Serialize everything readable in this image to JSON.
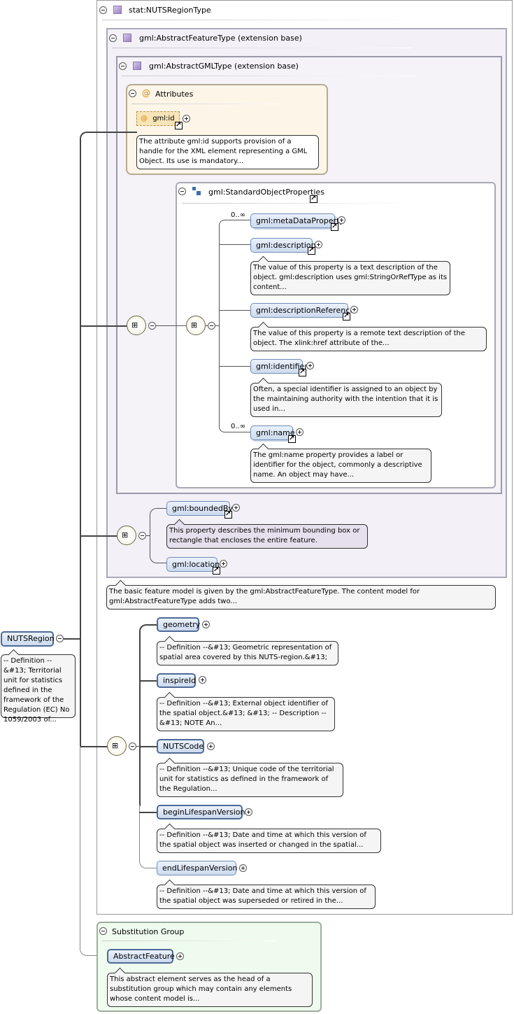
{
  "main_type": {
    "title": "stat:NUTSRegionType"
  },
  "feature_type": {
    "title": "gml:AbstractFeatureType (extension base)"
  },
  "gml_type": {
    "title": "gml:AbstractGMLType (extension base)"
  },
  "attributes": {
    "title": "Attributes",
    "id_attr": "gml:id",
    "id_doc": "The attribute gml:id supports provision of a handle for the XML element representing a GML Object. Its use is mandatory..."
  },
  "std_props": {
    "title": "gml:StandardObjectProperties",
    "items": [
      {
        "label": "gml:metaDataProperty",
        "mult": "0..∞",
        "doc": ""
      },
      {
        "label": "gml:description",
        "mult": "",
        "doc": "The value of this property is a text description of the object. gml:description uses gml:StringOrRefType as its content..."
      },
      {
        "label": "gml:descriptionReference",
        "mult": "",
        "doc": "The value of this property is a remote text description of the object. The xlink:href attribute of the..."
      },
      {
        "label": "gml:identifier",
        "mult": "",
        "doc": "Often, a special identifier is assigned to an object by the maintaining authority with the intention that it is used in..."
      },
      {
        "label": "gml:name",
        "mult": "0..∞",
        "doc": "The gml:name property provides a label or identifier for the object, commonly a descriptive name. An object may have..."
      }
    ]
  },
  "bounded": {
    "label": "gml:boundedBy",
    "doc": "This property describes the minimum bounding box or rectangle that encloses the entire feature.",
    "location_label": "gml:location"
  },
  "feature_doc": "The basic feature model is given by the gml:AbstractFeatureType. The content model for gml:AbstractFeatureType adds two...",
  "root": {
    "label": "NUTSRegion",
    "doc": "-- Definition --&#13; Territorial unit for statistics defined in the framework of the Regulation (EC) No 1059/2003 of..."
  },
  "own_props": [
    {
      "label": "geometry",
      "doc": "-- Definition --&#13; Geometric representation of spatial area covered by this NUTS-region.&#13;"
    },
    {
      "label": "inspireId",
      "doc": "-- Definition --&#13; External object identifier of the spatial object.&#13; &#13; -- Description --&#13; NOTE An..."
    },
    {
      "label": "NUTSCode",
      "doc": "-- Definition --&#13; Unique code of the territorial unit for statistics as defined in the framework of the Regulation..."
    },
    {
      "label": "beginLifespanVersion",
      "doc": "-- Definition --&#13; Date and time at which this version of the spatial object was inserted or changed in the spatial..."
    },
    {
      "label": "endLifespanVersion",
      "doc": "-- Definition --&#13; Date and time at which this version of the spatial object was superseded or retired in the..."
    }
  ],
  "substitution": {
    "title": "Substitution Group",
    "label": "AbstractFeature",
    "doc": "This abstract element serves as the head of a substitution group which may contain any elements whose content model is..."
  }
}
